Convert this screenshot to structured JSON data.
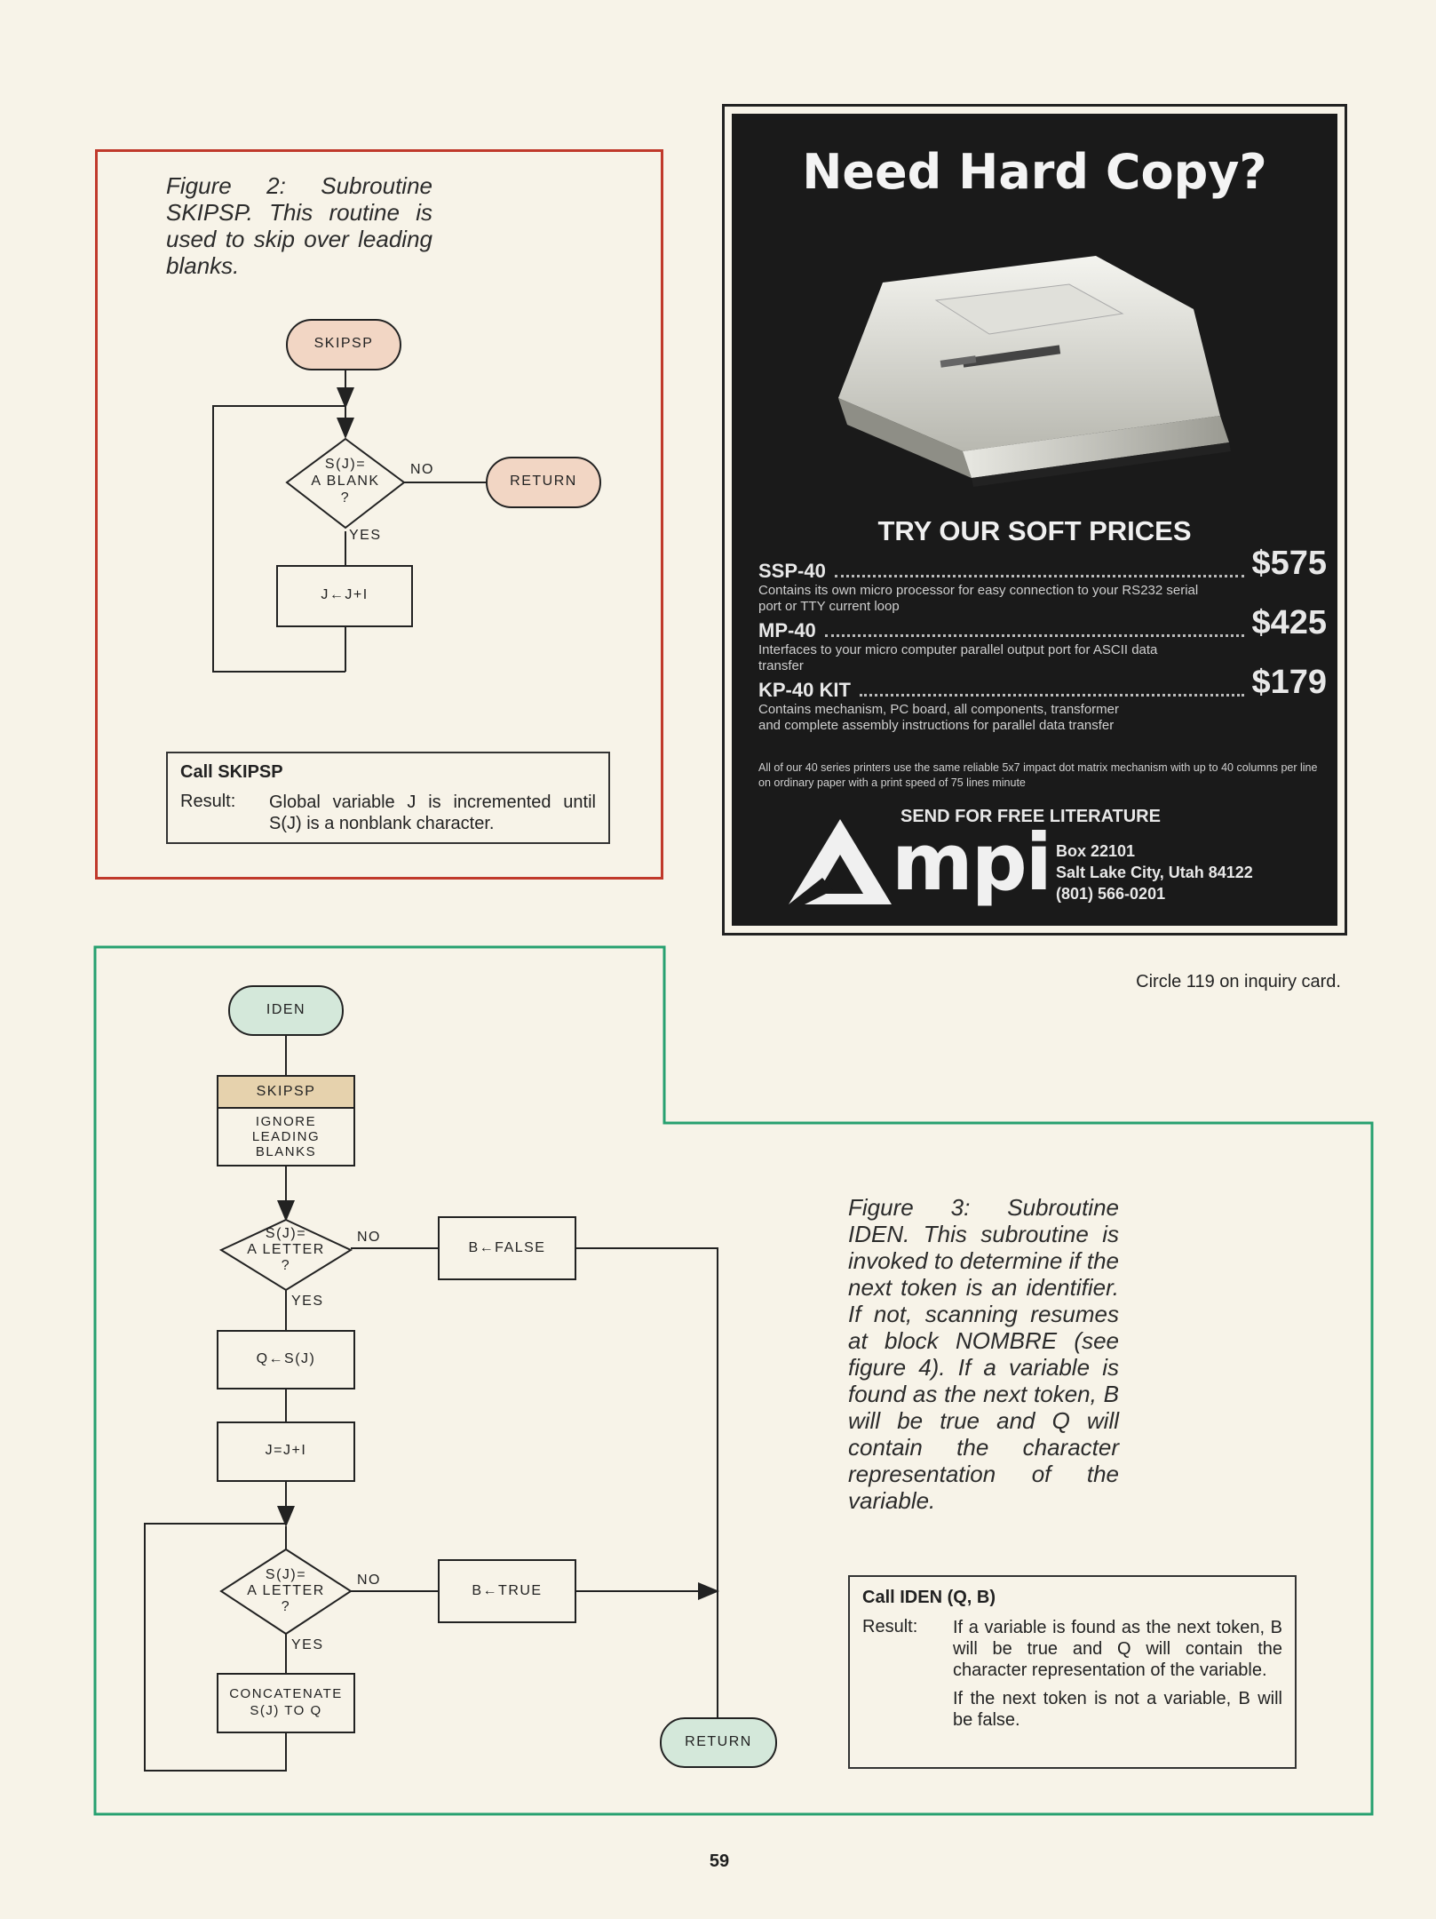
{
  "figure2": {
    "caption": "Figure 2: Subroutine SKIPSP. This routine is used to skip over leading blanks.",
    "start": "SKIPSP",
    "decision": [
      "S(J)=",
      "A BLANK",
      "?"
    ],
    "no": "NO",
    "yes": "YES",
    "return": "RETURN",
    "process": "J←J+I",
    "call_title": "Call SKIPSP",
    "result_label": "Result:",
    "result_text": "Global variable J is incremented until S(J) is a nonblank character.",
    "colors": {
      "border": "#c0392b",
      "terminal": "#f2d6c4"
    }
  },
  "figure3": {
    "caption": "Figure 3: Subroutine IDEN. This subroutine is invoked to determine if the next token is an identifier. If not, scanning resumes at block NOMBRE (see figure 4). If a variable is found as the next token, B will be true and Q will contain the character representation of the variable.",
    "start": "IDEN",
    "skipsp_title": "SKIPSP",
    "skipsp_text": [
      "IGNORE",
      "LEADING",
      "BLANKS"
    ],
    "decision1": [
      "S(J)=",
      "A LETTER",
      "?"
    ],
    "decision2": [
      "S(J)=",
      "A LETTER",
      "?"
    ],
    "no": "NO",
    "yes": "YES",
    "b_false": "B←FALSE",
    "b_true": "B←TRUE",
    "q_assign": "Q←S(J)",
    "j_inc": "J=J+I",
    "concat": [
      "CONCATENATE",
      "S(J) TO Q"
    ],
    "return": "RETURN",
    "call_title": "Call IDEN (Q, B)",
    "result_label": "Result:",
    "result_text1": "If a variable is found as the next token, B will be true and Q will contain the character representation of the variable.",
    "result_text2": "If the next token is not a variable, B will be false.",
    "colors": {
      "border": "#27a070",
      "terminal": "#d4e8da",
      "skipsp_fill": "#e6d2ad"
    }
  },
  "ad": {
    "headline": "Need Hard Copy?",
    "tagline": "TRY OUR SOFT PRICES",
    "products": [
      {
        "name": "SSP-40",
        "price": "$575",
        "desc": "Contains its own micro processor for easy connection to your RS232 serial port or TTY current loop"
      },
      {
        "name": "MP-40",
        "price": "$425",
        "desc": "Interfaces to your micro computer parallel output port for ASCII data transfer"
      },
      {
        "name": "KP-40 KIT",
        "price": "$179",
        "desc": "Contains mechanism, PC board, all components, transformer and complete assembly instructions for parallel data transfer"
      }
    ],
    "fineprint": "All of our 40 series printers use the same reliable 5x7 impact dot matrix mechanism with up to 40 columns per line on ordinary paper with a print speed of 75 lines minute",
    "send": "SEND FOR FREE LITERATURE",
    "logo_text": "mpi",
    "address": [
      "Box 22101",
      "Salt Lake City, Utah 84122",
      "(801) 566-0201"
    ]
  },
  "circle": "Circle 119 on inquiry card.",
  "page_number": "59"
}
